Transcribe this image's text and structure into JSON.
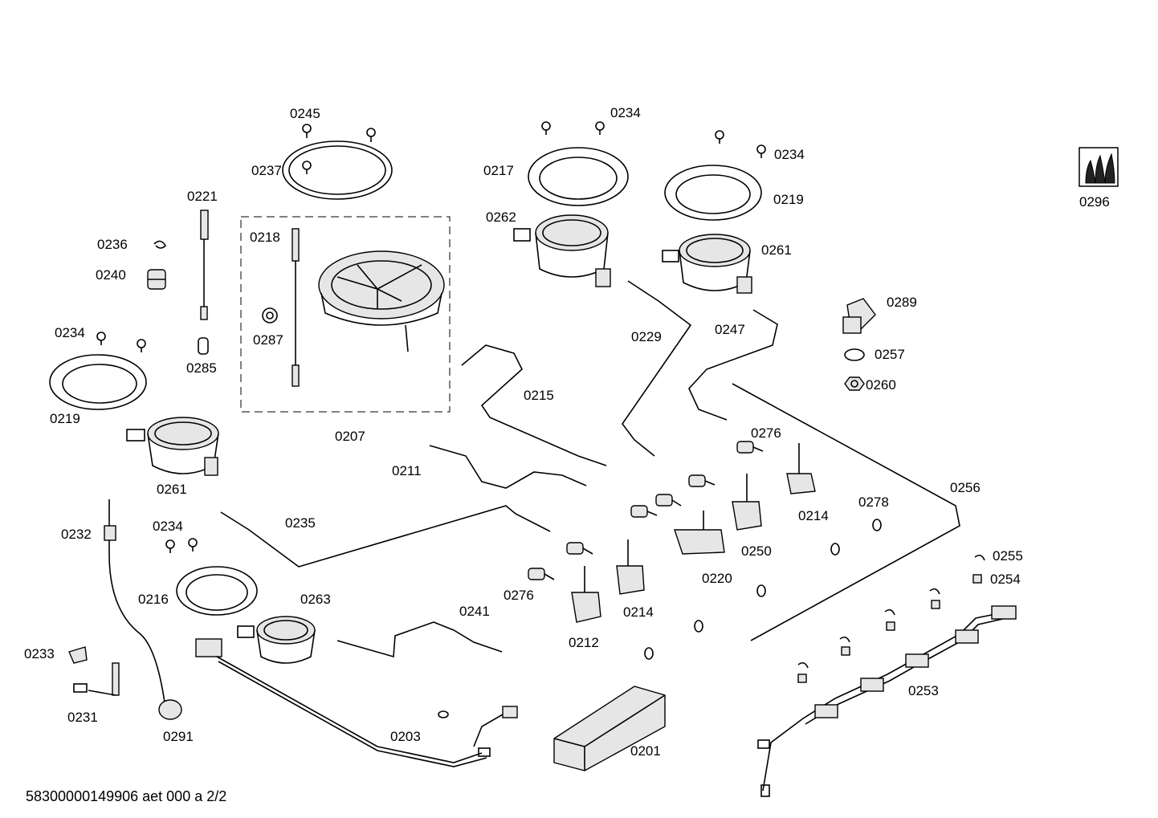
{
  "part_labels": {
    "p0245": "0245",
    "p0237": "0237",
    "p0234_top": "0234",
    "p0217": "0217",
    "p0234_right": "0234",
    "p0219_right": "0219",
    "p0296": "0296",
    "p0221": "0221",
    "p0236": "0236",
    "p0240": "0240",
    "p0218": "0218",
    "p0262": "0262",
    "p0261_right": "0261",
    "p0289": "0289",
    "p0234_left": "0234",
    "p0287": "0287",
    "p0285": "0285",
    "p0229": "0229",
    "p0247": "0247",
    "p0257": "0257",
    "p0260": "0260",
    "p0219_left": "0219",
    "p0215": "0215",
    "p0207": "0207",
    "p0276_top": "0276",
    "p0211": "0211",
    "p0261_left": "0261",
    "p0256": "0256",
    "p0214_right": "0214",
    "p0278": "0278",
    "p0232": "0232",
    "p0235": "0235",
    "p0234_bottom": "0234",
    "p0250": "0250",
    "p0255": "0255",
    "p0220": "0220",
    "p0254": "0254",
    "p0216": "0216",
    "p0263": "0263",
    "p0276_bottom": "0276",
    "p0241": "0241",
    "p0214_left": "0214",
    "p0212": "0212",
    "p0233": "0233",
    "p0253": "0253",
    "p0231": "0231",
    "p0291": "0291",
    "p0203": "0203",
    "p0201": "0201"
  },
  "footer": "58300000149906 aet 000 a 2/2"
}
